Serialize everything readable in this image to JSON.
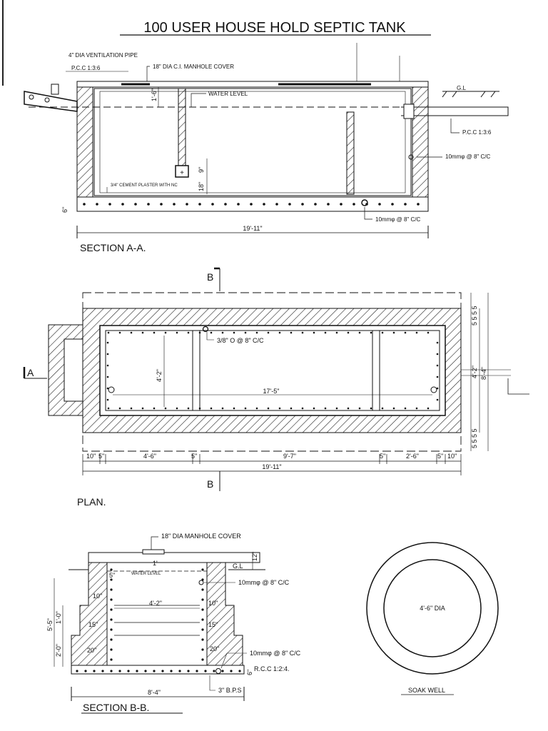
{
  "title": "100 USER HOUSE HOLD SEPTIC TANK",
  "section_aa": {
    "heading": "SECTION A-A.",
    "labels": {
      "vent": "4\" DIA VENTILATION PIPE",
      "pcc_top": "P.C.C 1:3:6",
      "manhole": "18\" DIA C.I. MANHOLE COVER",
      "water": "WATER LEVEL",
      "plaster": "3/4\" CEMENT PLASTER WITH NC",
      "gl": "G.L",
      "pcc_right": "P.C.C 1:3:6",
      "bar_wall": "10mmφ @ 8\" C/C",
      "bar_floor": "10mmφ @ 8\" C/C"
    },
    "dims": {
      "length": "19'-11\"",
      "depth": "1'-6\"",
      "v1": "18\"",
      "v2": "9\"",
      "base": "6\""
    }
  },
  "plan": {
    "heading": "PLAN.",
    "marker_a": "A",
    "marker_b_top": "B",
    "marker_b_bottom": "B",
    "bar_label": "3/8\" O @ 8\" C/C",
    "inner_width": "4'-2\"",
    "inner_length": "17'-5\"",
    "right_dims": [
      "4'-2\"",
      "8'-4\""
    ],
    "right_small": "5 5 5 5",
    "bottom_segments": [
      "10\"",
      "5\"",
      "4'-6\"",
      "5\"",
      "9'-7\"",
      "5\"",
      "2'-6\"",
      "5\"",
      "10\""
    ],
    "overall": "19'-11\""
  },
  "section_bb": {
    "heading": "SECTION B-B.",
    "manhole": "18\" DIA MANHOLE COVER",
    "water": "WATER LEVEL",
    "gl": "G.L",
    "top_dim": "12\"",
    "bar_top": "10mmφ @ 8\" C/C",
    "bar_bottom": "10mmφ @ 8\" C/C",
    "rcc": "R.C.C 1:2:4.",
    "bps": "3\" B.P.S",
    "inner_width": "4'-2\"",
    "overall_width": "8'-4\"",
    "heights": [
      "5'-5\"",
      "1'-0\"",
      "2'-0\""
    ],
    "wall_thickness": [
      "5\"",
      "10\"",
      "15\"",
      "20\"",
      "10\"",
      "15\"",
      "20\""
    ],
    "base": "6\"",
    "mark": "1'"
  },
  "soak_well": {
    "heading": "SOAK WELL",
    "dia": "4'-6\" DIA"
  }
}
